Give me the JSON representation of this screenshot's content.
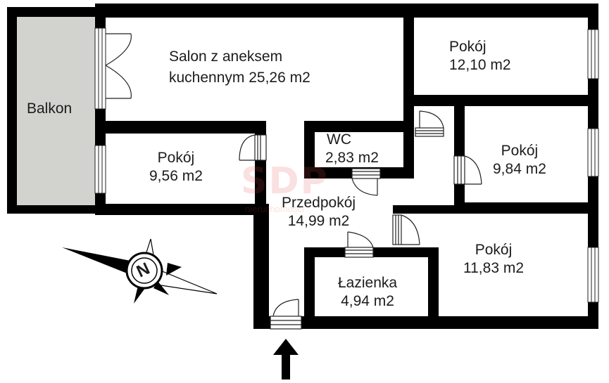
{
  "rooms": {
    "salon": {
      "line1": "Salon z aneksem",
      "line2": "kuchennym 25,26 m2"
    },
    "pokoj_top_right": {
      "name": "Pokój",
      "area": "12,10 m2"
    },
    "pokoj_mid_right": {
      "name": "Pokój",
      "area": "9,84 m2"
    },
    "pokoj_bottom_right": {
      "name": "Pokój",
      "area": "11,83 m2"
    },
    "pokoj_left": {
      "name": "Pokój",
      "area": "9,56 m2"
    },
    "wc": {
      "name": "WC",
      "area": "2,83 m2"
    },
    "przedpokoj": {
      "name": "Przedpokój",
      "area": "14,99 m2"
    },
    "lazienka": {
      "name": "Łazienka",
      "area": "4,94 m2"
    },
    "balkon": {
      "name": "Balkon"
    }
  },
  "compass": {
    "letter": "N"
  },
  "watermark": {
    "logo": "SDP",
    "tagline": "nieruchomości"
  },
  "colors": {
    "wall": "#000000",
    "balcony": "#d2d2cf",
    "watermark": "#e24b4b"
  },
  "icons": {
    "entrance": "arrow-up-icon",
    "compass": "compass-icon"
  }
}
